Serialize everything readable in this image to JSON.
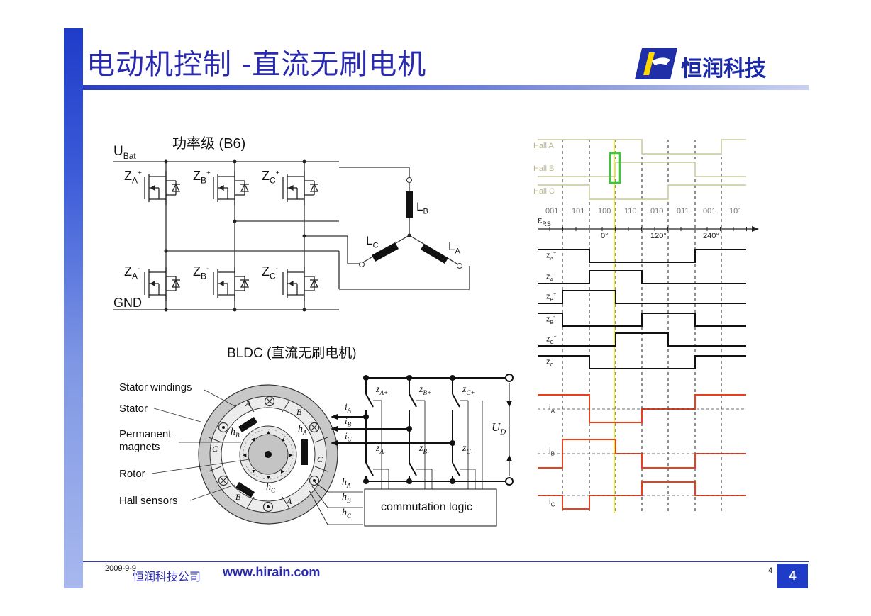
{
  "header": {
    "title": "电动机控制 -直流无刷电机",
    "company_logo_text": "恒润科技"
  },
  "footer": {
    "date": "2009-9-9",
    "company": "恒润科技公司",
    "url": "www.hirain.com",
    "page_small": "4",
    "page_number": "4"
  },
  "power_stage": {
    "title": "功率级 (B6)",
    "supply_label": "U",
    "supply_sub": "Bat",
    "ground_label": "GND",
    "switches_top": [
      {
        "name": "Z",
        "sub": "A",
        "sup": "+"
      },
      {
        "name": "Z",
        "sub": "B",
        "sup": "+"
      },
      {
        "name": "Z",
        "sub": "C",
        "sup": "+"
      }
    ],
    "switches_bottom": [
      {
        "name": "Z",
        "sub": "A",
        "sup": "-"
      },
      {
        "name": "Z",
        "sub": "B",
        "sup": "-"
      },
      {
        "name": "Z",
        "sub": "C",
        "sup": "-"
      }
    ],
    "windings": [
      {
        "name": "L",
        "sub": "B"
      },
      {
        "name": "L",
        "sub": "C"
      },
      {
        "name": "L",
        "sub": "A"
      }
    ]
  },
  "bldc": {
    "title": "BLDC (直流无刷电机)",
    "labels": [
      "Stator windings",
      "Stator",
      "Permanent",
      "magnets",
      "Rotor",
      "Hall sensors"
    ],
    "winding_letters": [
      "A",
      "B",
      "C",
      "C",
      "B",
      "A"
    ],
    "hall_labels": [
      "h",
      "B",
      "h",
      "A",
      "h",
      "C"
    ],
    "currents": [
      "i",
      "A",
      "i",
      "B",
      "i",
      "C"
    ],
    "hall_signals": [
      "h",
      "A",
      "h",
      "B",
      "h",
      "C"
    ],
    "switches_top": [
      "z",
      "A+",
      "z",
      "B+",
      "z",
      "C+"
    ],
    "switches_bottom": [
      "z",
      "A-",
      "z",
      "B-",
      "z",
      "C-"
    ],
    "supply": [
      "U",
      "D"
    ],
    "logic_box": "commutation logic"
  },
  "timing": {
    "hall_rows": [
      "Hall A",
      "Hall B",
      "Hall C"
    ],
    "states_label": "ε",
    "states_sub": "RS",
    "states": [
      "001",
      "101",
      "100",
      "110",
      "010",
      "011",
      "001",
      "101"
    ],
    "angles": [
      "0°",
      "120°",
      "240°"
    ],
    "switch_rows": [
      {
        "name": "z",
        "sub": "A",
        "sup": "+"
      },
      {
        "name": "z",
        "sub": "A",
        "sup": "-"
      },
      {
        "name": "z",
        "sub": "B",
        "sup": "+"
      },
      {
        "name": "z",
        "sub": "B",
        "sup": "-"
      },
      {
        "name": "z",
        "sub": "C",
        "sup": "+"
      },
      {
        "name": "z",
        "sub": "C",
        "sup": "-"
      }
    ],
    "current_rows": [
      {
        "name": "i",
        "sub": "A"
      },
      {
        "name": "i",
        "sub": "B"
      },
      {
        "name": "i",
        "sub": "C"
      }
    ],
    "colors": {
      "hall": "#c8c89a",
      "switch": "#111111",
      "current": "#e8401c",
      "marker": "#e8e84a",
      "highlight": "#33cc33"
    }
  }
}
